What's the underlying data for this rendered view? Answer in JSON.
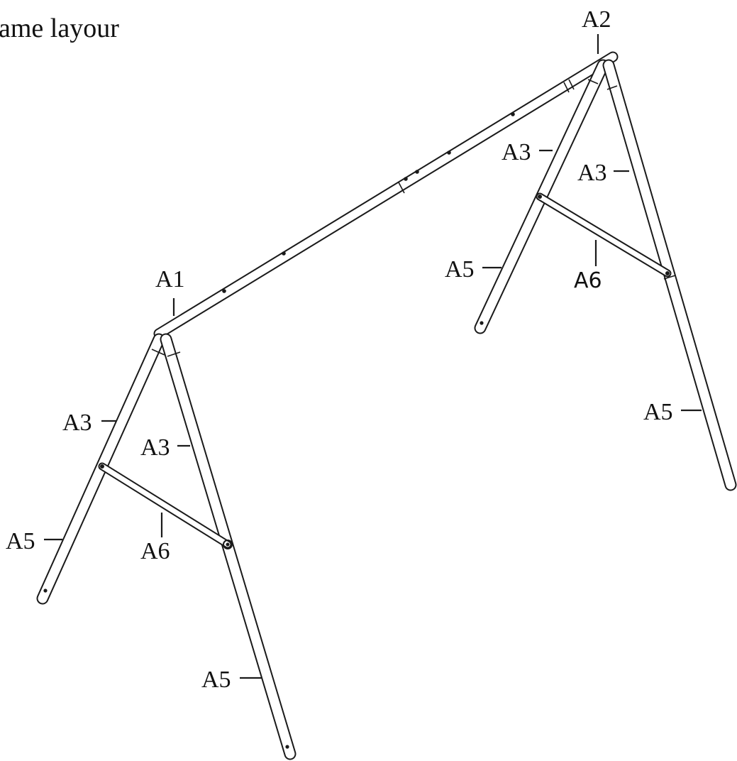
{
  "title": "ame layour",
  "labels": {
    "a1": "A1",
    "a2": "A2",
    "a3": "A3",
    "a5": "A5",
    "a6": "A6"
  },
  "colors": {
    "line": "#1a1a1a",
    "background": "#ffffff"
  }
}
